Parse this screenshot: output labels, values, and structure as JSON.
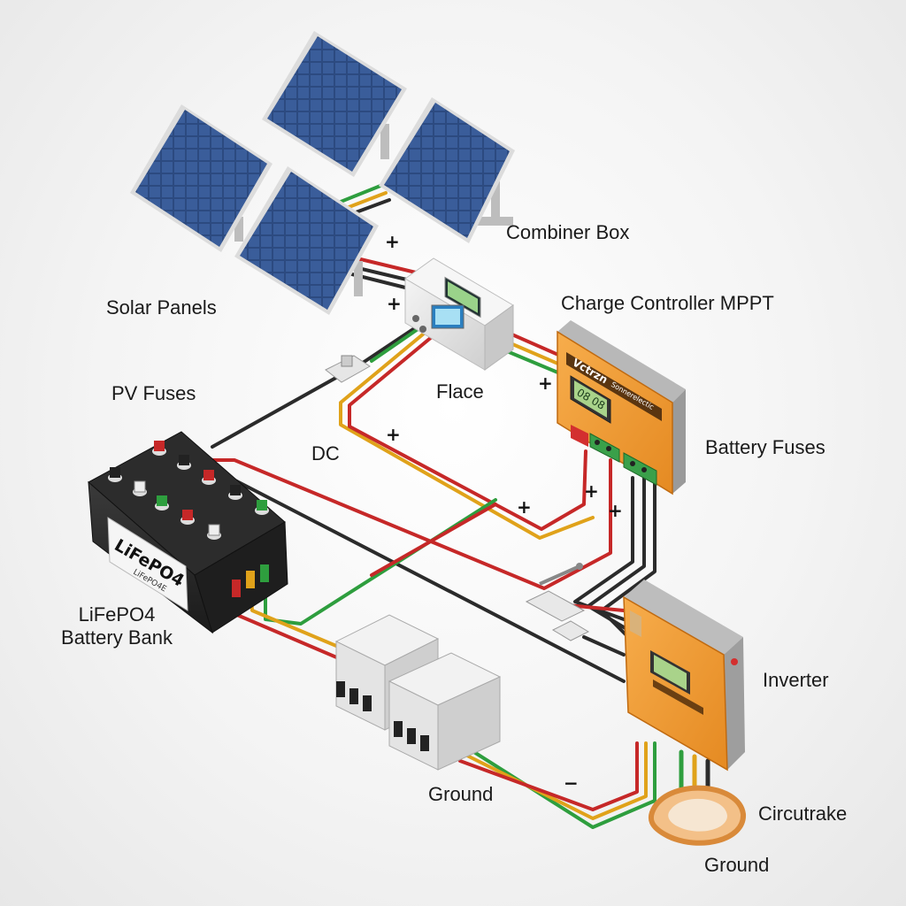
{
  "labels": {
    "combiner_box": "Combiner Box",
    "solar_panels": "Solar Panels",
    "charge_controller": "Charge Controller MPPT",
    "pv_fuses": "PV Fuses",
    "flace": "Flace",
    "dc": "DC",
    "battery_fuses": "Battery Fuses",
    "battery_bank_line1": "LiFePO4",
    "battery_bank_line2": "Battery Bank",
    "inverter": "Inverter",
    "ground_bottom": "Ground",
    "circutrake": "Circutrake",
    "ground_earth": "Ground"
  },
  "battery": {
    "brand": "LiFePO4",
    "sub": "LiFePO4E"
  },
  "controller": {
    "brand": "Vctrzn",
    "model": "Sonnerelectic",
    "display": "08 08"
  },
  "polarity": {
    "plus": "+",
    "minus": "−"
  },
  "colors": {
    "wire_red": "#c62828",
    "wire_black": "#2b2b2b",
    "wire_green": "#2e9e3e",
    "wire_yellow": "#e0a21a",
    "device_orange": "#f39a34",
    "panel_blue": "#2f4f86"
  }
}
